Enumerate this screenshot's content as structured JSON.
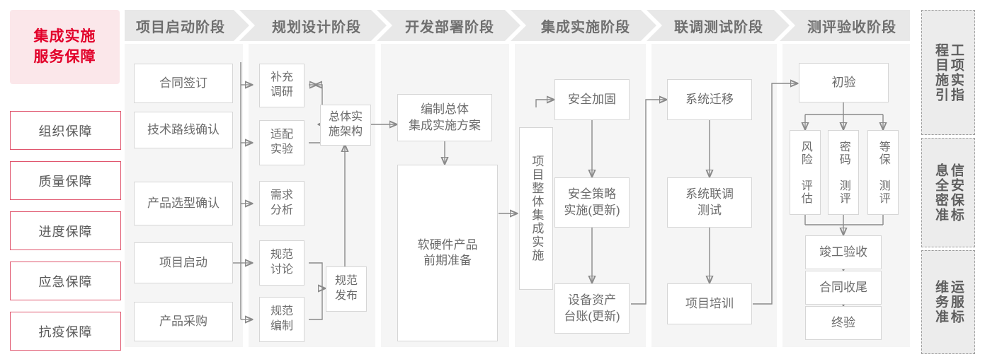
{
  "left_rail": {
    "title": "集成实施\n服务保障",
    "title_color": "#e2002a",
    "title_bg": "#fbe7ea",
    "item_border_color": "#e0566e",
    "items": [
      {
        "label": "组织保障"
      },
      {
        "label": "质量保障"
      },
      {
        "label": "进度保障"
      },
      {
        "label": "应急保障"
      },
      {
        "label": "抗疫保障"
      }
    ]
  },
  "phases": [
    {
      "label": "项目启动阶段"
    },
    {
      "label": "规划设计阶段"
    },
    {
      "label": "开发部署阶段"
    },
    {
      "label": "集成实施阶段"
    },
    {
      "label": "联调测试阶段"
    },
    {
      "label": "测评验收阶段"
    }
  ],
  "nodes": {
    "p1": [
      {
        "label": "合同签订"
      },
      {
        "label": "技术路线确认"
      },
      {
        "label": "产品选型确认"
      },
      {
        "label": "项目启动"
      },
      {
        "label": "产品采购"
      }
    ],
    "p2": [
      {
        "label": "补充\n调研"
      },
      {
        "label": "适配\n实验"
      },
      {
        "label": "需求\n分析"
      },
      {
        "label": "规范\n讨论"
      },
      {
        "label": "规范\n编制"
      },
      {
        "label": "总体实\n施架构"
      },
      {
        "label": "规范\n发布"
      }
    ],
    "p3": [
      {
        "label": "编制总体\n集成实施方案"
      },
      {
        "label": "软硬件产品\n前期准备"
      }
    ],
    "p4": [
      {
        "label": "项目整体集成实施"
      },
      {
        "label": "安全加固"
      },
      {
        "label": "安全策略\n实施(更新)"
      },
      {
        "label": "设备资产\n台账(更新)"
      }
    ],
    "p5": [
      {
        "label": "系统迁移"
      },
      {
        "label": "系统联调\n测试"
      },
      {
        "label": "项目培训"
      }
    ],
    "p6": [
      {
        "label": "初验"
      },
      {
        "label": "风险\n评估"
      },
      {
        "label": "密码\n测评"
      },
      {
        "label": "等保\n测评"
      },
      {
        "label": "竣工验收"
      },
      {
        "label": "合同收尾"
      },
      {
        "label": "终验"
      }
    ]
  },
  "right_rail": {
    "cards": [
      {
        "label": "工程项目实施指引",
        "col_right": "程目施引",
        "col_left": "工项实指"
      },
      {
        "label": "信息安全保密标准",
        "col_right": "息全密准",
        "col_left": "信安保标"
      },
      {
        "label": "运维服务标准",
        "col_right": "维务准",
        "col_left": "运服标"
      }
    ]
  },
  "colors": {
    "band": "#e8e8e8",
    "panel": "#f5f5f5",
    "node_border": "#d6d6d6",
    "node_text": "#6b6b6b",
    "connector": "#8a8a8a",
    "accent_red": "#e2002a"
  }
}
